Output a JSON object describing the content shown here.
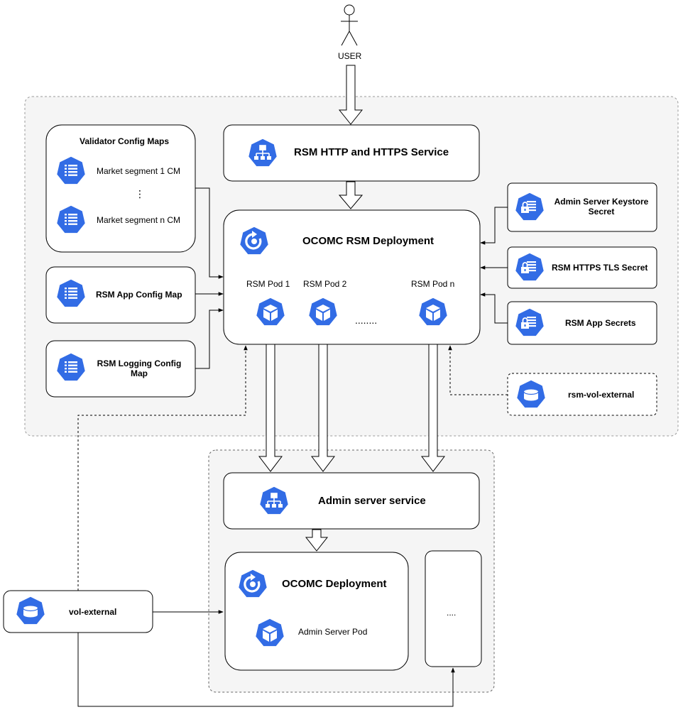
{
  "user": {
    "label": "USER"
  },
  "validator": {
    "title": "Validator Config Maps",
    "item1": "Market segment 1 CM",
    "ellipsis": "⋮",
    "item_n": "Market segment n CM"
  },
  "app_cm": {
    "label": "RSM App Config Map"
  },
  "logging_cm": {
    "label": "RSM Logging Config Map"
  },
  "http_service": {
    "label": "RSM HTTP and HTTPS Service"
  },
  "rsm_deployment": {
    "title": "OCOMC RSM Deployment",
    "pod1": "RSM Pod 1",
    "pod2": "RSM Pod 2",
    "podn": "RSM Pod n",
    "dots": "........"
  },
  "secrets": {
    "keystore": "Admin Server Keystore Secret",
    "tls": "RSM HTTPS TLS Secret",
    "app": "RSM App Secrets"
  },
  "rsm_vol": {
    "label": "rsm-vol-external"
  },
  "admin_service": {
    "label": "Admin server service"
  },
  "ocomc_deployment": {
    "title": "OCOMC Deployment",
    "pod": "Admin Server Pod"
  },
  "extra": {
    "label": "...."
  },
  "vol_external": {
    "label": "vol-external"
  },
  "colors": {
    "icon_blue": "#326ce5",
    "group_fill": "#f5f5f5",
    "group_border": "#999999"
  }
}
